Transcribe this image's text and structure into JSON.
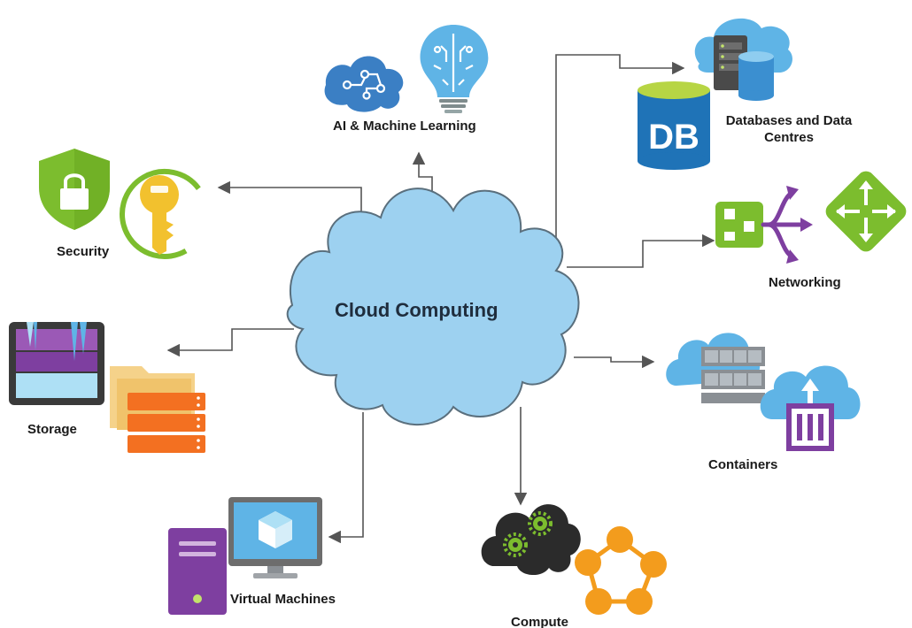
{
  "center": {
    "title": "Cloud Computing"
  },
  "services": {
    "ai": {
      "label": "AI & Machine Learning"
    },
    "databases": {
      "label_line1": "Databases and Data",
      "label_line2": "Centres",
      "db_text": "DB"
    },
    "security": {
      "label": "Security"
    },
    "networking": {
      "label": "Networking"
    },
    "storage": {
      "label": "Storage"
    },
    "containers": {
      "label": "Containers"
    },
    "virtual_machines": {
      "label": "Virtual Machines"
    },
    "compute": {
      "label": "Compute"
    }
  },
  "colors": {
    "cloud_fill": "#9dd1f0",
    "cloud_stroke": "#5a6f7d",
    "connector": "#555555",
    "azure_blue": "#3b8fd0",
    "light_blue": "#5fb4e6",
    "green": "#7cbd2e",
    "yellow": "#f2c12e",
    "purple": "#7e3fa0",
    "orange": "#f39c1d",
    "dark_gray": "#2f2f2f"
  }
}
